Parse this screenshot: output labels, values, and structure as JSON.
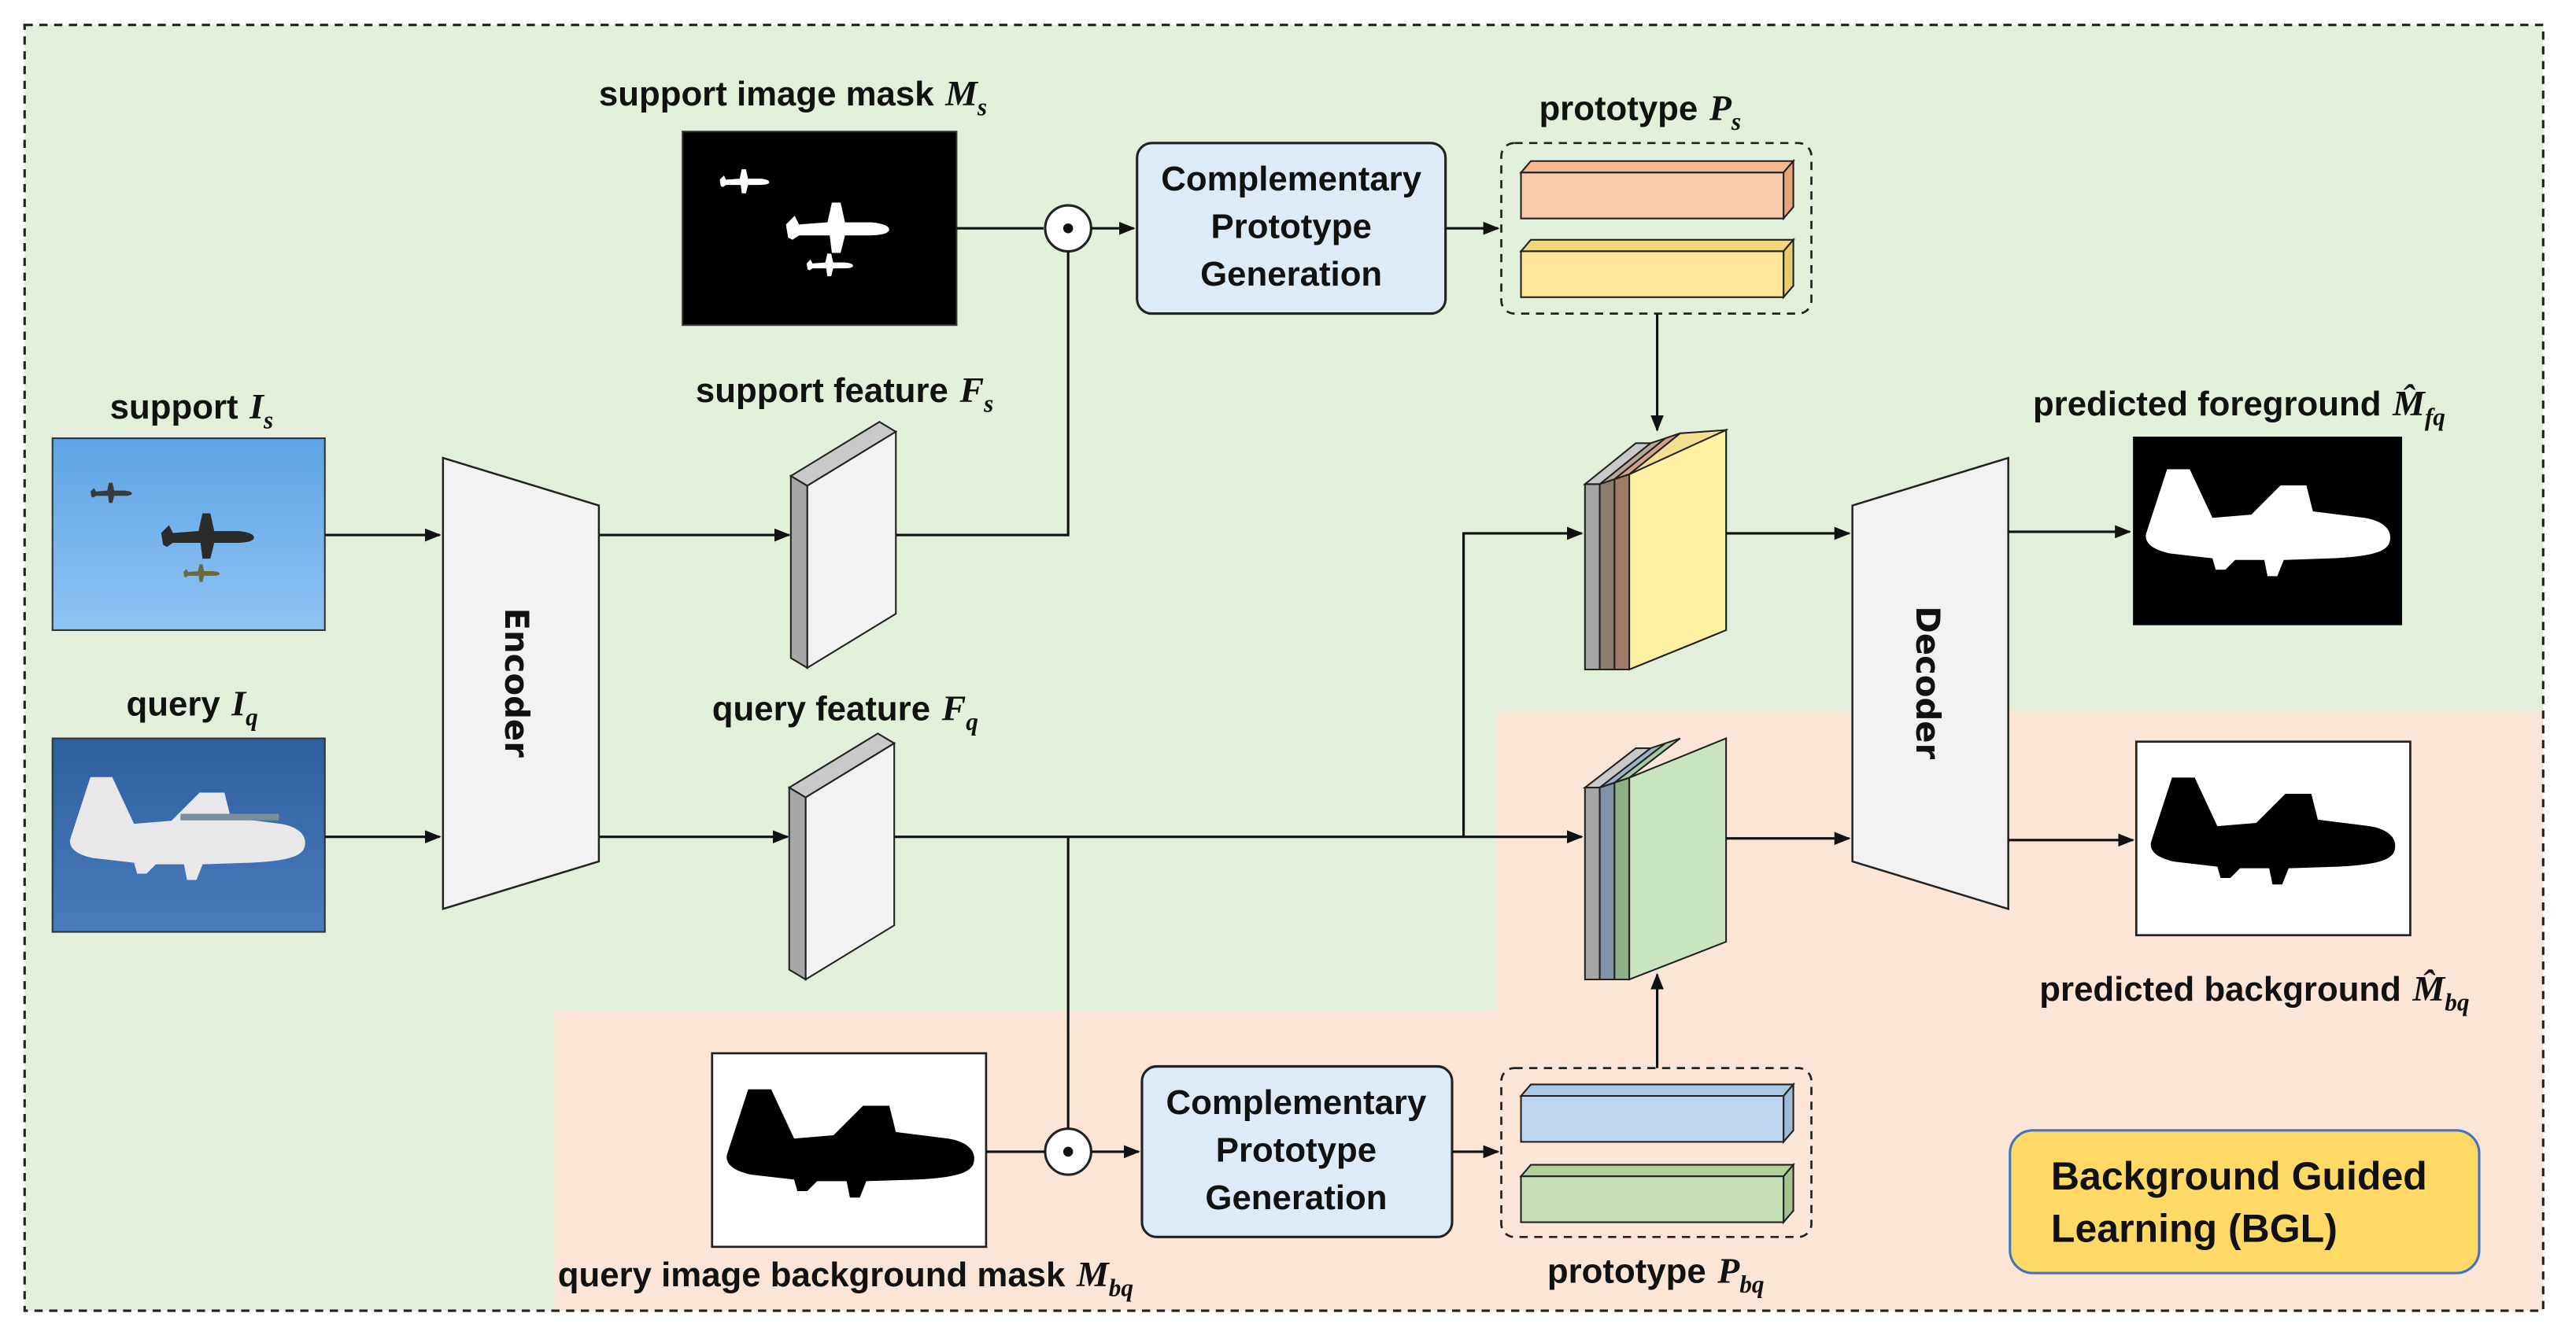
{
  "labels": {
    "support_mask": "support image mask",
    "support_mask_sym": "M",
    "support_mask_sub": "s",
    "prototype_s": "prototype",
    "prototype_s_sym": "P",
    "prototype_s_sub": "s",
    "support": "support",
    "support_sym": "I",
    "support_sub": "s",
    "support_feature": "support feature",
    "support_feature_sym": "F",
    "support_feature_sub": "s",
    "query": "query",
    "query_sym": "I",
    "query_sub": "q",
    "query_feature": "query feature",
    "query_feature_sym": "F",
    "query_feature_sub": "q",
    "pred_fg": "predicted foreground",
    "pred_fg_sym": "M̂",
    "pred_fg_sub": "fq",
    "pred_bg": "predicted background",
    "pred_bg_sym": "M̂",
    "pred_bg_sub": "bq",
    "query_bg_mask": "query image background mask",
    "query_bg_mask_sym": "M",
    "query_bg_mask_sub": "bq",
    "prototype_bq": "prototype",
    "prototype_bq_sym": "P",
    "prototype_bq_sub": "bq"
  },
  "modules": {
    "encoder": "Encoder",
    "decoder": "Decoder",
    "cpg_top": [
      "Complementary",
      "Prototype",
      "Generation"
    ],
    "cpg_bottom": [
      "Complementary",
      "Prototype",
      "Generation"
    ],
    "bgl": [
      "Background Guided",
      "Learning (BGL)"
    ]
  },
  "colors": {
    "green_region": "#e2efda",
    "peach_region": "#fbe5d6",
    "cpg_fill": "#deebf7",
    "proto_orange": "#f8cbad",
    "proto_yellow": "#ffe699",
    "proto_blue": "#bdd7ee",
    "proto_green": "#c5e0b4",
    "bgl_fill": "#ffd966",
    "bgl_border": "#4472c4"
  }
}
